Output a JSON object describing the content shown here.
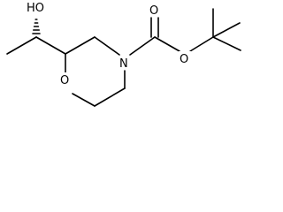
{
  "structure": {
    "labels": {
      "hydroxyl": "HO",
      "ring_oxygen": "O",
      "ring_nitrogen": "N",
      "carbonyl_oxygen": "O",
      "ester_oxygen": "O"
    }
  }
}
